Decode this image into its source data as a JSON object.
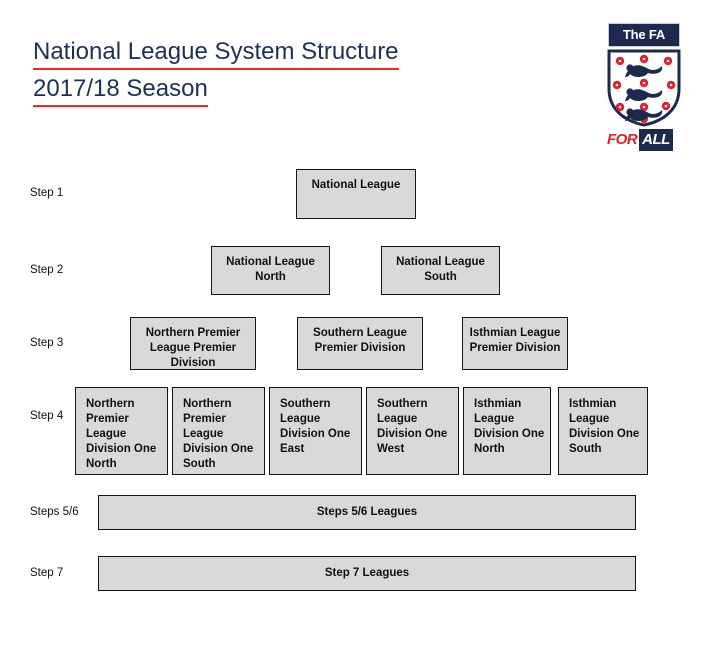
{
  "title": {
    "line1": "National League System Structure",
    "line2": "2017/18 Season"
  },
  "logo": {
    "banner_text": "The FA",
    "tagline_for": "FOR",
    "tagline_all": "ALL",
    "navy": "#1B2A4D",
    "red": "#E0202B"
  },
  "colors": {
    "title_navy": "#1F3055",
    "title_underline_red": "#E8262B",
    "box_fill": "#D9D9D9",
    "box_border": "#141414"
  },
  "steps": [
    {
      "label": "Step 1"
    },
    {
      "label": "Step 2"
    },
    {
      "label": "Step 3"
    },
    {
      "label": "Step 4"
    },
    {
      "label": "Steps 5/6"
    },
    {
      "label": "Step 7"
    }
  ],
  "step1": [
    {
      "name": "National League"
    }
  ],
  "step2": [
    {
      "name": "National League North"
    },
    {
      "name": "National League South"
    }
  ],
  "step3": [
    {
      "name": "Northern Premier League Premier Division"
    },
    {
      "name": "Southern League Premier Division"
    },
    {
      "name": "Isthmian League Premier Division"
    }
  ],
  "step4": [
    {
      "name": "Northern Premier League Division One North"
    },
    {
      "name": "Northern Premier League Division One South"
    },
    {
      "name": "Southern League Division One East"
    },
    {
      "name": "Southern League Division One West"
    },
    {
      "name": "Isthmian League Division One North"
    },
    {
      "name": "Isthmian League Division One South"
    }
  ],
  "step56": [
    {
      "name": "Steps 5/6 Leagues"
    }
  ],
  "step7": [
    {
      "name": "Step 7 Leagues"
    }
  ]
}
